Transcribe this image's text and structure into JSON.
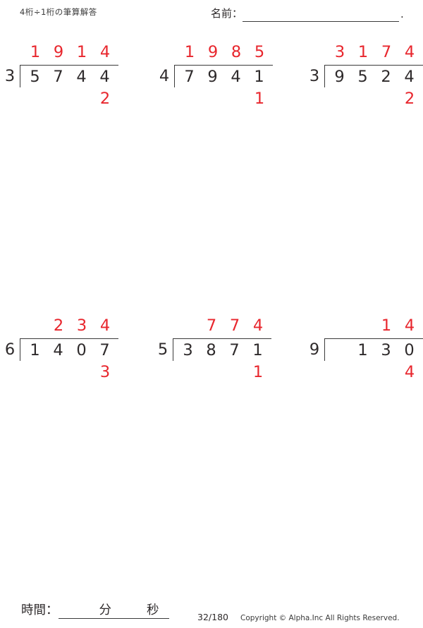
{
  "header": {
    "title": "4桁÷1桁の筆算解答",
    "name_label": "名前：",
    "name_line_end": "."
  },
  "problems": [
    {
      "divisor": "3",
      "dividend": "5744",
      "quotient": "1914",
      "remainder": "2"
    },
    {
      "divisor": "4",
      "dividend": "7941",
      "quotient": "1985",
      "remainder": "1"
    },
    {
      "divisor": "3",
      "dividend": "9524",
      "quotient": "3174",
      "remainder": "2"
    },
    {
      "divisor": "6",
      "dividend": "1407",
      "quotient": "234",
      "remainder": "3"
    },
    {
      "divisor": "5",
      "dividend": "3871",
      "quotient": "774",
      "remainder": "1"
    },
    {
      "divisor": "9",
      "dividend": "130",
      "quotient": "14",
      "remainder": "4"
    }
  ],
  "footer": {
    "time_label": "時間：",
    "minutes_label": "分",
    "seconds_label": "秒",
    "page": "32/180",
    "copyright": "Copyright © Alpha.Inc All Rights Reserved."
  },
  "colors": {
    "answer_red": "#e8262d",
    "text_black": "#2e2a2b",
    "line": "#3a3a3a"
  }
}
